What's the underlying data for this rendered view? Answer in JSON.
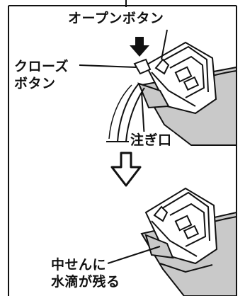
{
  "labels": {
    "open_button": "オープンボタン",
    "close_button_line1": "クローズ",
    "close_button_line2": "ボタン",
    "spout": "注ぎ口",
    "water_line1": "中せんに",
    "water_line2": "水滴が残る"
  },
  "colors": {
    "stroke": "#111111",
    "gray_fill": "#c9c9c9",
    "background": "#ffffff"
  },
  "icons": {
    "press_arrow": "down-arrow-filled",
    "transition_arrow": "down-arrow-outline"
  }
}
